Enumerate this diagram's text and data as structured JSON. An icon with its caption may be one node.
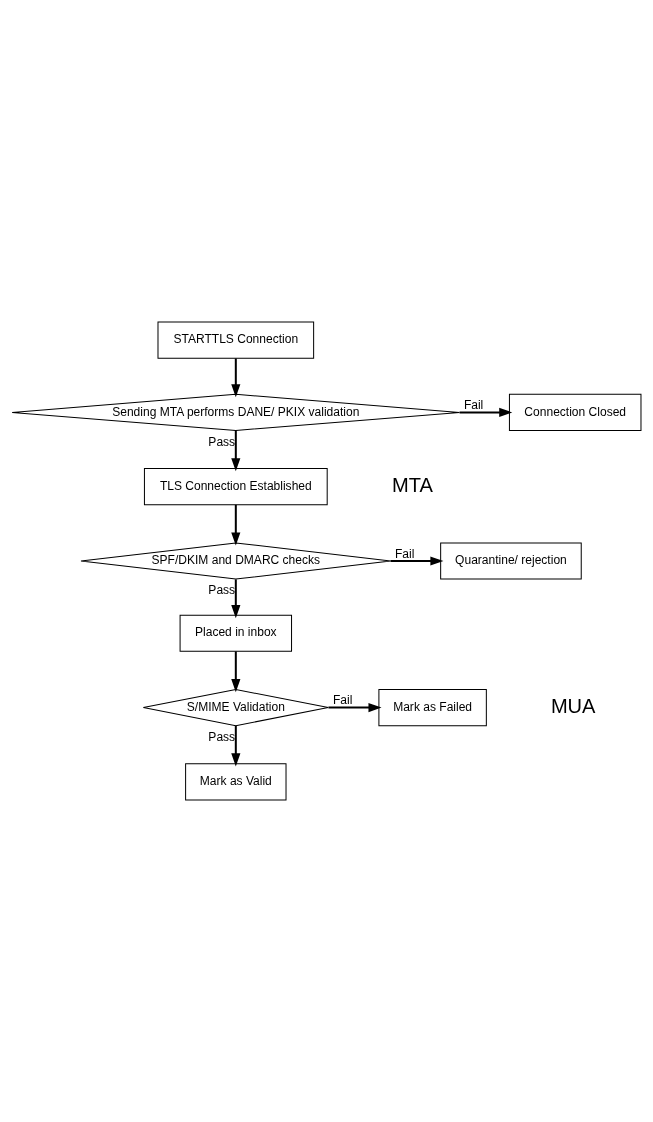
{
  "diagram": {
    "nodes": [
      {
        "text": [
          "STARTTLS Connection"
        ]
      },
      {
        "text": [
          "Sending MTA performs DANE/ PKIX validation"
        ]
      },
      {
        "text": [
          "Connection Closed"
        ]
      },
      {
        "text": [
          "TLS Connection Established"
        ]
      },
      {
        "text": [
          "SPF/DKIM and DMARC checks"
        ]
      },
      {
        "text": [
          "Quarantine/ rejection"
        ]
      },
      {
        "text": [
          "Placed in inbox"
        ]
      },
      {
        "text": [
          "S/MIME Validation"
        ]
      },
      {
        "text": [
          "Mark as Failed"
        ]
      },
      {
        "text": [
          "Mark as Valid"
        ]
      }
    ],
    "edges": [
      {
        "from": 0,
        "to": 1,
        "arrow": "to"
      },
      {
        "from": 1,
        "to": 2,
        "arrow": "to",
        "label": "Fail"
      },
      {
        "from": 1,
        "to": 3,
        "arrow": "to",
        "label": "Pass"
      },
      {
        "from": 3,
        "to": 4,
        "arrow": "to"
      },
      {
        "from": 4,
        "to": 5,
        "arrow": "to",
        "label": "Fail"
      },
      {
        "from": 4,
        "to": 6,
        "arrow": "to",
        "label": "Pass"
      },
      {
        "from": 6,
        "to": 7,
        "arrow": "to"
      },
      {
        "from": 7,
        "to": 8,
        "arrow": "to",
        "label": "Fail"
      },
      {
        "from": 7,
        "to": 9,
        "arrow": "to",
        "label": "Pass"
      }
    ],
    "labels": [
      "MTA",
      "MUA"
    ]
  }
}
